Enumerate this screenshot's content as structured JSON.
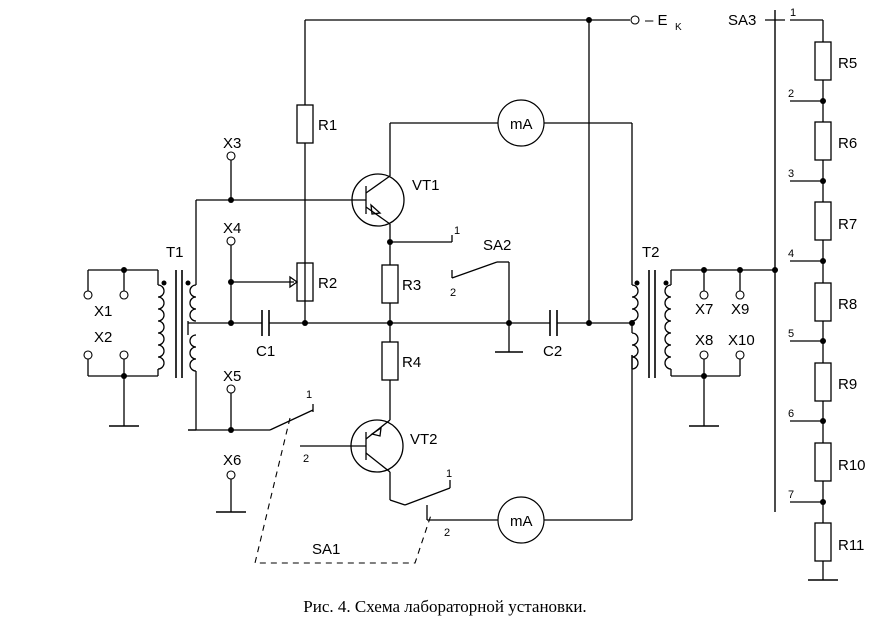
{
  "diagram": {
    "supply_label": "– E",
    "supply_sub": "K",
    "transistors": [
      "VT1",
      "VT2"
    ],
    "resistors": [
      "R1",
      "R2",
      "R3",
      "R4",
      "R5",
      "R6",
      "R7",
      "R8",
      "R9",
      "R10",
      "R11"
    ],
    "capacitors": [
      "C1",
      "C2"
    ],
    "transformers": [
      "T1",
      "T2"
    ],
    "terminals": [
      "X1",
      "X2",
      "X3",
      "X4",
      "X5",
      "X6",
      "X7",
      "X8",
      "X9",
      "X10"
    ],
    "switches": [
      "SA1",
      "SA2",
      "SA3"
    ],
    "meter_label": "mA",
    "sa3_positions": [
      "1",
      "2",
      "3",
      "4",
      "5",
      "6",
      "7"
    ],
    "switch_contacts": [
      "1",
      "2"
    ]
  },
  "caption": "Рис. 4. Схема лабораторной установки."
}
